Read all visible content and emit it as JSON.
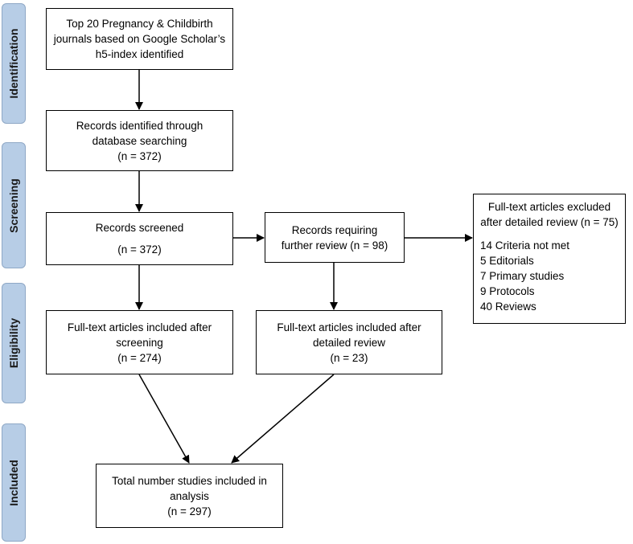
{
  "stages": {
    "identification": "Identification",
    "screening": "Screening",
    "eligibility": "Eligibility",
    "included": "Included"
  },
  "boxes": {
    "top_journals": {
      "lines": [
        "Top 20 Pregnancy & Childbirth",
        "journals based on Google Scholar’s",
        "h5-index identified"
      ]
    },
    "records_identified": {
      "lines": [
        "Records identified through",
        "database searching",
        "(n = 372)"
      ]
    },
    "records_screened": {
      "lines": [
        "Records screened",
        "(n =  372)"
      ]
    },
    "further_review": {
      "lines": [
        "Records requiring",
        "further review (n = 98)"
      ]
    },
    "excluded": {
      "heading": [
        "Full-text articles excluded",
        "after detailed review (n = 75)"
      ],
      "items": [
        "14 Criteria not met",
        "5 Editorials",
        "7 Primary studies",
        "9 Protocols",
        "40 Reviews"
      ]
    },
    "included_after_screening": {
      "lines": [
        "Full-text articles included after",
        "screening",
        "(n =  274)"
      ]
    },
    "included_after_review": {
      "lines": [
        "Full-text articles included after",
        "detailed review",
        "(n =  23)"
      ]
    },
    "total": {
      "lines": [
        "Total number studies included in",
        "analysis",
        "(n =  297)"
      ]
    }
  }
}
